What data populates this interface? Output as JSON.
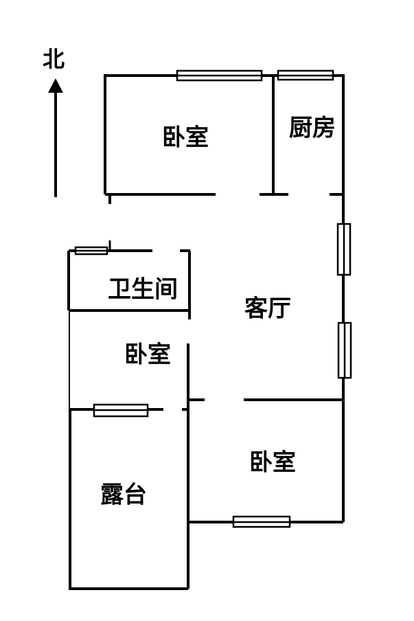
{
  "north_label": "北",
  "rooms": {
    "bedroom_north": "卧室",
    "kitchen": "厨房",
    "bathroom": "卫生间",
    "living_room": "客厅",
    "bedroom_west": "卧室",
    "bedroom_south": "卧室",
    "terrace": "露台"
  },
  "colors": {
    "wall": "#000000",
    "background": "#ffffff"
  }
}
